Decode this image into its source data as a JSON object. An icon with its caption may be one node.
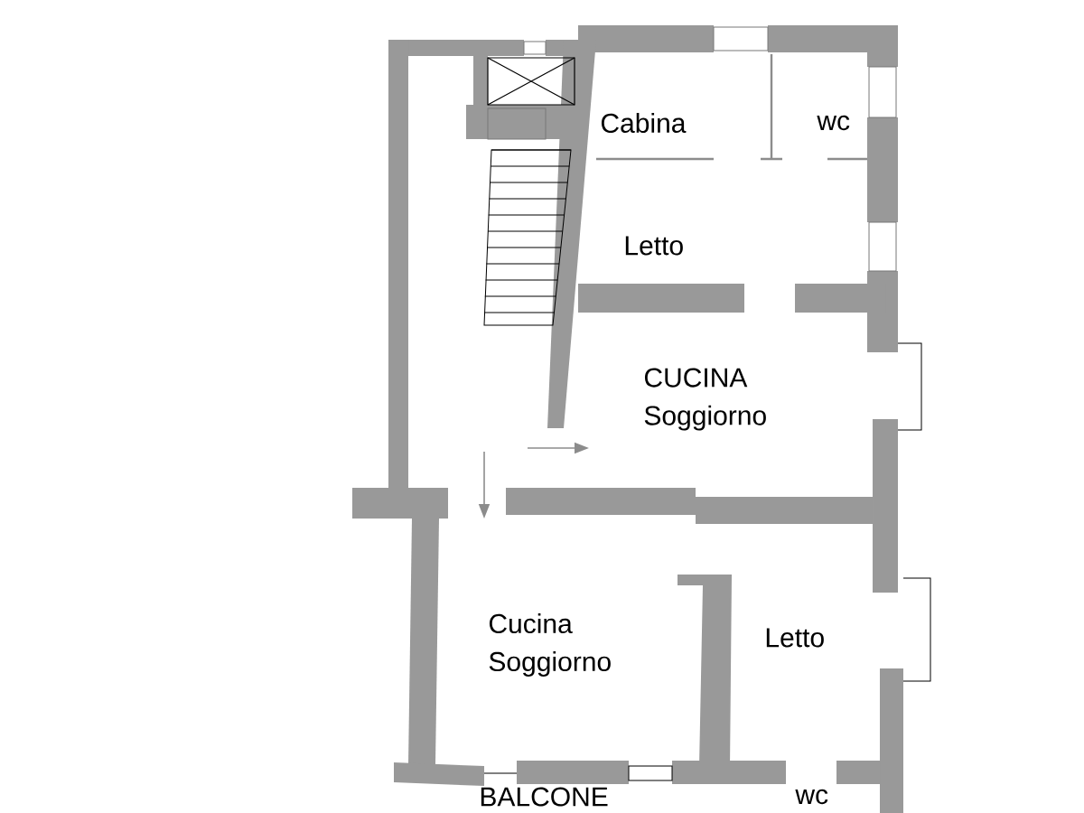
{
  "diagram": {
    "labels": [
      "Cabina",
      "wc",
      "Letto",
      "CUCINA Soggiorno",
      "Cucina Soggiorno",
      "Letto",
      "BALCONE",
      "wc"
    ]
  }
}
